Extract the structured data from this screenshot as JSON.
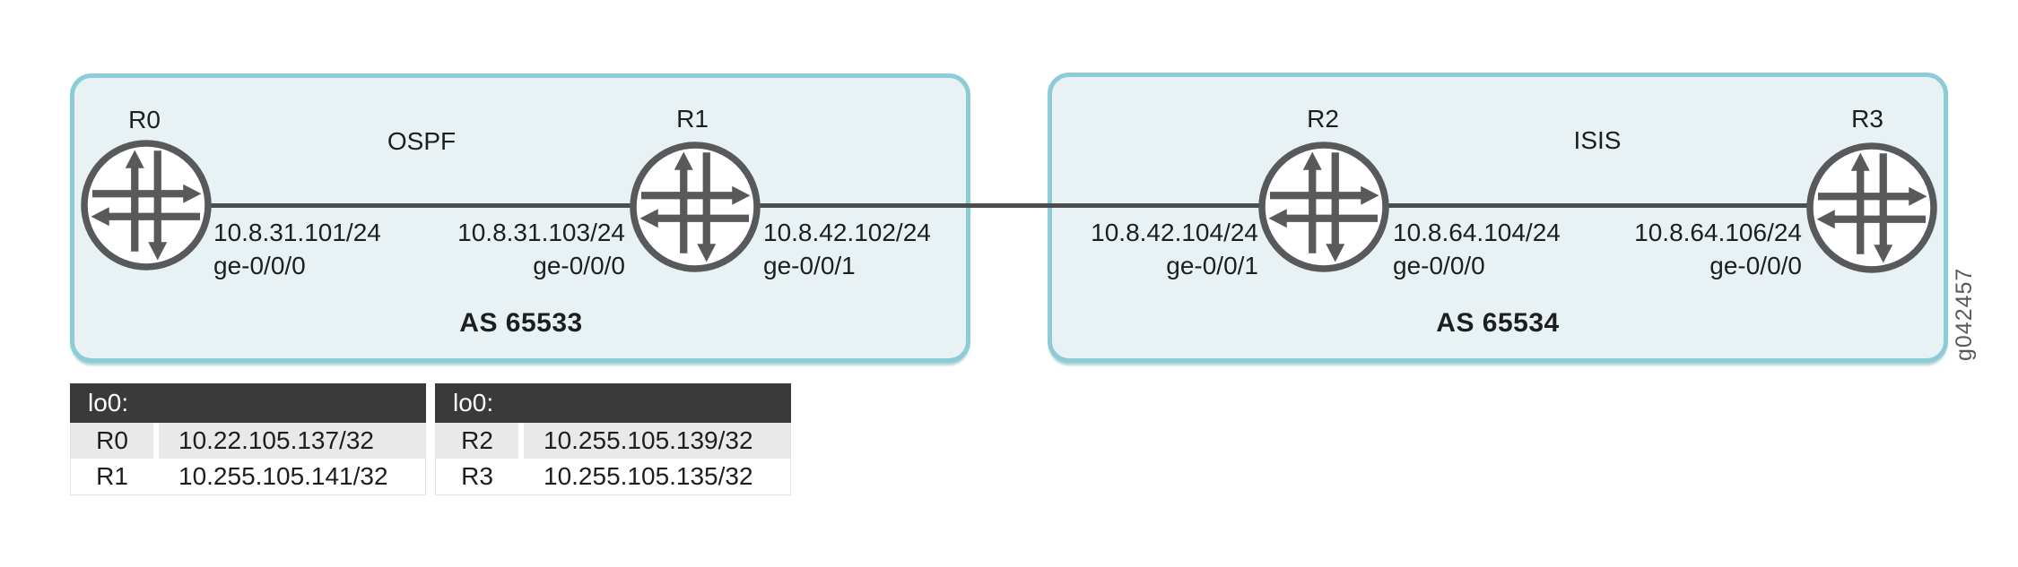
{
  "diagram": {
    "watermark": "g042457",
    "groups": [
      {
        "protocol": "OSPF",
        "as_label": "AS 65533"
      },
      {
        "protocol": "ISIS",
        "as_label": "AS 65534"
      }
    ],
    "routers": [
      {
        "name": "R0"
      },
      {
        "name": "R1"
      },
      {
        "name": "R2"
      },
      {
        "name": "R3"
      }
    ],
    "interface_labels": [
      {
        "router": "R0",
        "ip": "10.8.31.101/24",
        "port": "ge-0/0/0",
        "align": "left"
      },
      {
        "router": "R1",
        "ip": "10.8.31.103/24",
        "port": "ge-0/0/0",
        "align": "right"
      },
      {
        "router": "R1",
        "ip": "10.8.42.102/24",
        "port": "ge-0/0/1",
        "align": "left"
      },
      {
        "router": "R2",
        "ip": "10.8.42.104/24",
        "port": "ge-0/0/1",
        "align": "right"
      },
      {
        "router": "R2",
        "ip": "10.8.64.104/24",
        "port": "ge-0/0/0",
        "align": "left"
      },
      {
        "router": "R3",
        "ip": "10.8.64.106/24",
        "port": "ge-0/0/0",
        "align": "right"
      }
    ],
    "loopback_tables": [
      {
        "header": "lo0:",
        "rows": [
          {
            "router": "R0",
            "address": "10.22.105.137/32"
          },
          {
            "router": "R1",
            "address": "10.255.105.141/32"
          }
        ]
      },
      {
        "header": "lo0:",
        "rows": [
          {
            "router": "R2",
            "address": "10.255.105.139/32"
          },
          {
            "router": "R3",
            "address": "10.255.105.135/32"
          }
        ]
      }
    ],
    "colors": {
      "box_border": "#8bccd6",
      "box_fill": "#e8f2f5",
      "router_stroke": "#58595b",
      "link_line": "#4c4d4f",
      "table_header_bg": "#3a3a3a",
      "table_alt_row_bg": "#e9e9e9",
      "text": "#1e1e1e"
    }
  }
}
